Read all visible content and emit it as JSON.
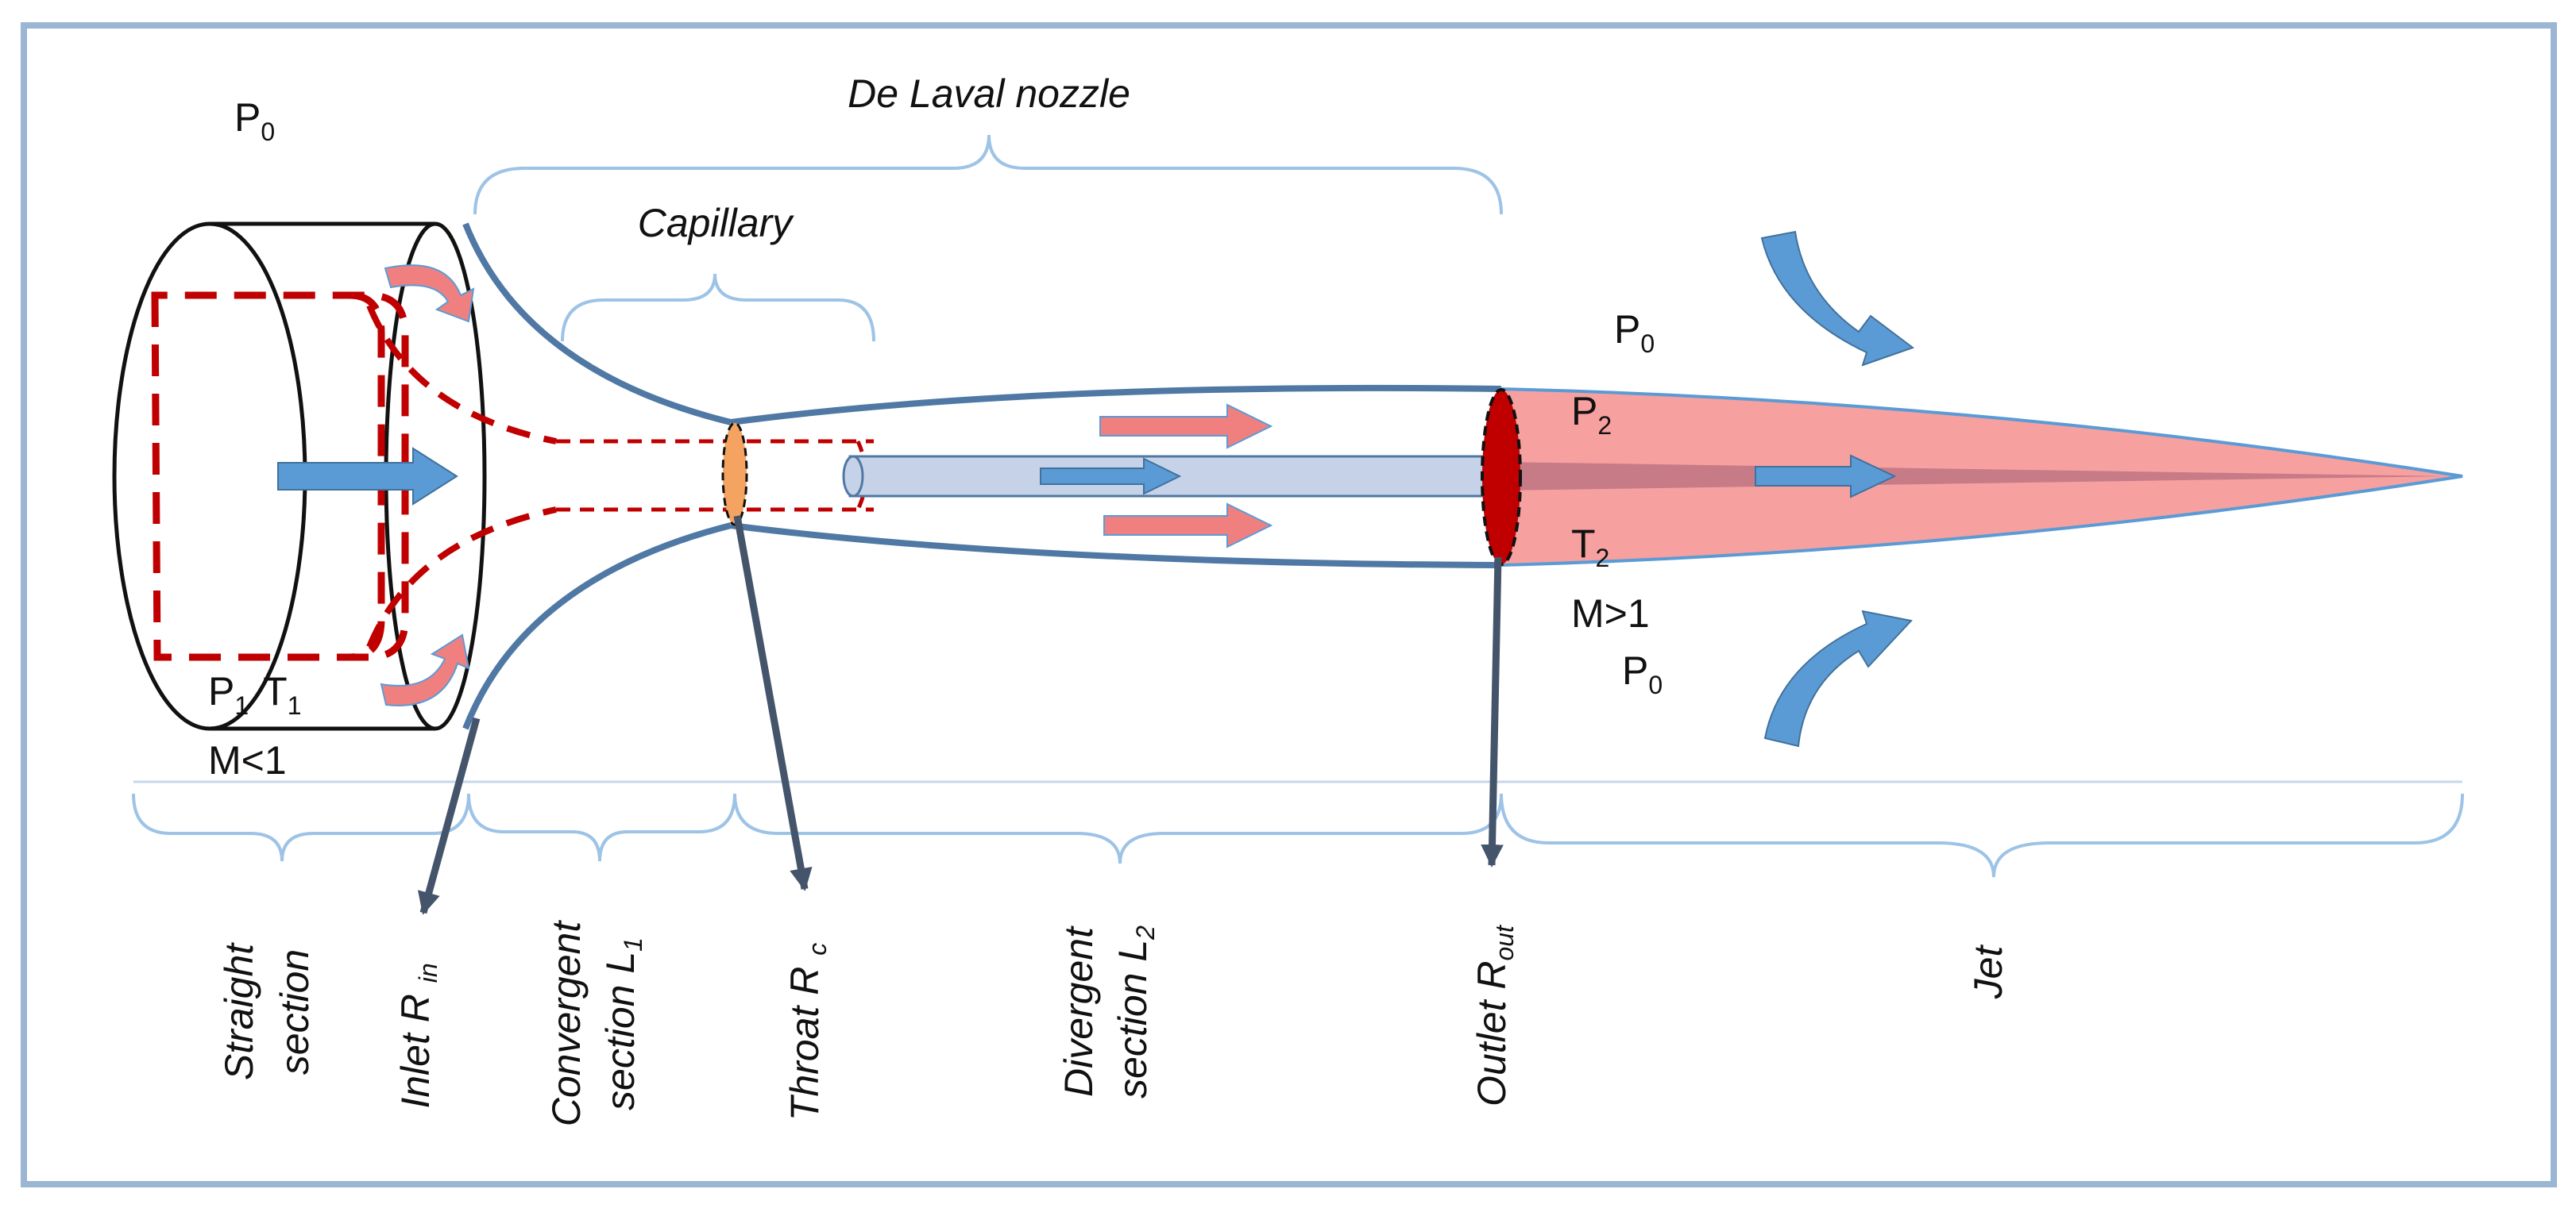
{
  "title": "De Laval nozzle",
  "capillary": "Capillary",
  "ambient": {
    "p0_base": "P",
    "p0_sub": "0"
  },
  "inlet_state": {
    "p1_base": "P",
    "p1_sub": "1",
    "t1_base": "T",
    "t1_sub": "1",
    "mach": "M<1"
  },
  "outlet_state": {
    "p2_base": "P",
    "p2_sub": "2",
    "t2_base": "T",
    "t2_sub": "2",
    "mach": "M>1"
  },
  "sections": {
    "straight": [
      "Straight",
      "section"
    ],
    "convergent": [
      "Convergent",
      "section L"
    ],
    "convergent_sub": "1",
    "divergent": [
      "Divergent",
      "section L"
    ],
    "divergent_sub": "2",
    "jet": "Jet"
  },
  "points": {
    "inlet": "Inlet R ",
    "inlet_sub": "in",
    "throat": "Throat R ",
    "throat_sub": "c",
    "outlet": "Outlet R",
    "outlet_sub": "out"
  },
  "colors": {
    "frame": "#9ab6d3",
    "nozzle_wall": "#4f78a4",
    "flow_arrow": "#5b9bd5",
    "jet_fill": "#f7a0a0",
    "dashed_red": "#c00000",
    "throat_fill": "#f4a460",
    "outlet_fill": "#c00000",
    "brace": "#9dc3e6",
    "pointer": "#44546a"
  }
}
